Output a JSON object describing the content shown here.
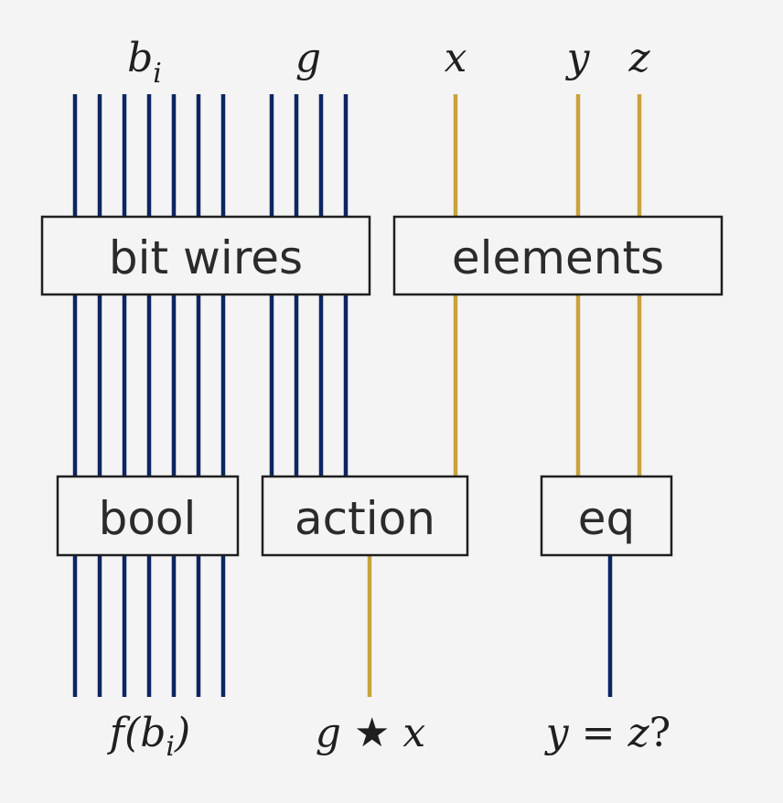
{
  "colors": {
    "bit_wire": "#0d2560",
    "element_wire": "#c7a23e",
    "box_stroke": "#1f1f1f",
    "background": "#f4f4f4"
  },
  "inputs": {
    "b": "b",
    "b_sub": "i",
    "g": "g",
    "x": "x",
    "y": "y",
    "z": "z"
  },
  "boxes": {
    "bit_wires": "bit wires",
    "elements": "elements",
    "bool": "bool",
    "action": "action",
    "eq": "eq"
  },
  "outputs": {
    "f_pre": "f(",
    "f_b": "b",
    "f_sub": "i",
    "f_post": ")",
    "g": "g",
    "star": "★",
    "x": "x",
    "y": "y",
    "eq_sign": "=",
    "z": "z",
    "question": "?"
  }
}
